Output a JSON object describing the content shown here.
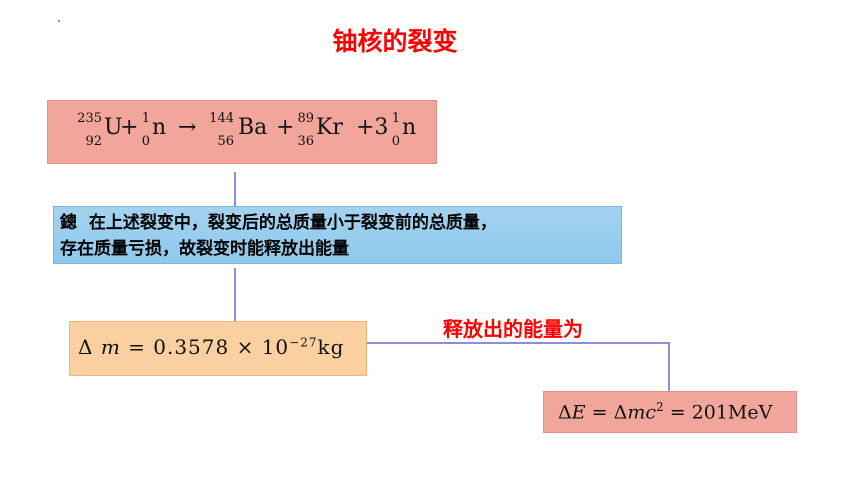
{
  "title": "铀核的裂变",
  "equation": {
    "uranium": {
      "mass": "235",
      "atomic": "92",
      "symbol": "U"
    },
    "plus1": "+",
    "neutron": {
      "mass": "1",
      "atomic": "0",
      "symbol": "n"
    },
    "arrow": "→",
    "barium": {
      "mass": "144",
      "atomic": "56",
      "symbol": "Ba"
    },
    "plus2": "+",
    "krypton": {
      "mass": "89",
      "atomic": "36",
      "symbol": "Kr"
    },
    "plus3": "+3",
    "neutron2": {
      "mass": "1",
      "atomic": "0",
      "symbol": "n"
    }
  },
  "note": {
    "icon": "鏓",
    "line1": "在上述裂变中，裂变后的总质量小于裂变前的总质量，",
    "line2": "存在质量亏损，故裂变时能释放出能量"
  },
  "mass_defect": {
    "delta": "Δ",
    "var": "m",
    "eq": " = 0.3578 × 10",
    "exp": "−27",
    "unit": "kg"
  },
  "energy_label": "释放出的能量为",
  "energy": {
    "lhs_delta": "Δ",
    "lhs_var": "E",
    "eq1": " = Δ",
    "mid_var": "mc",
    "exp": "2",
    "rhs": " = 201MeV"
  }
}
